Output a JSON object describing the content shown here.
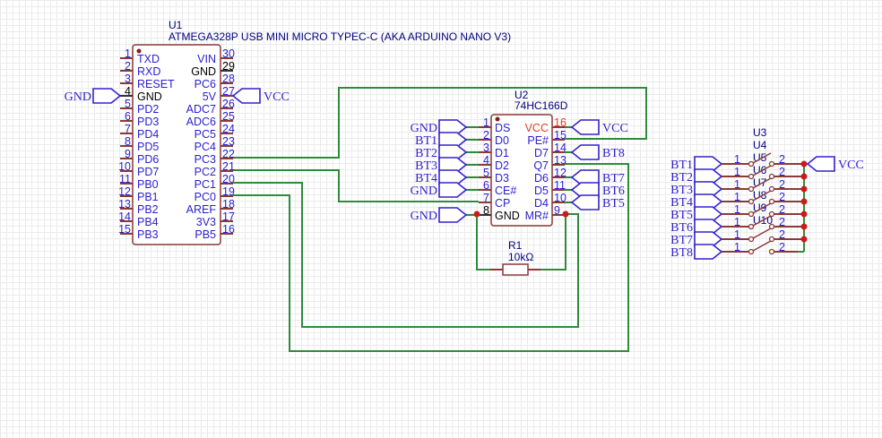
{
  "u1": {
    "ref": "U1",
    "value": "ATMEGA328P USB MINI MICRO TYPEC-C (AKA ARDUINO NANO V3)",
    "left_pins": [
      {
        "num": "1",
        "name": "TXD"
      },
      {
        "num": "2",
        "name": "RXD"
      },
      {
        "num": "3",
        "name": "RESET"
      },
      {
        "num": "4",
        "name": "GND"
      },
      {
        "num": "5",
        "name": "PD2"
      },
      {
        "num": "6",
        "name": "PD3"
      },
      {
        "num": "7",
        "name": "PD4"
      },
      {
        "num": "8",
        "name": "PD5"
      },
      {
        "num": "9",
        "name": "PD6"
      },
      {
        "num": "10",
        "name": "PD7"
      },
      {
        "num": "11",
        "name": "PB0"
      },
      {
        "num": "12",
        "name": "PB1"
      },
      {
        "num": "13",
        "name": "PB2"
      },
      {
        "num": "14",
        "name": "PB4"
      },
      {
        "num": "15",
        "name": "PB3"
      }
    ],
    "right_pins": [
      {
        "num": "30",
        "name": "VIN"
      },
      {
        "num": "29",
        "name": "GND"
      },
      {
        "num": "28",
        "name": "PC6"
      },
      {
        "num": "27",
        "name": "5V"
      },
      {
        "num": "26",
        "name": "ADC7"
      },
      {
        "num": "25",
        "name": "ADC6"
      },
      {
        "num": "24",
        "name": "PC5"
      },
      {
        "num": "23",
        "name": "PC4"
      },
      {
        "num": "22",
        "name": "PC3"
      },
      {
        "num": "21",
        "name": "PC2"
      },
      {
        "num": "20",
        "name": "PC1"
      },
      {
        "num": "19",
        "name": "PC0"
      },
      {
        "num": "18",
        "name": "AREF"
      },
      {
        "num": "17",
        "name": "3V3"
      },
      {
        "num": "16",
        "name": "PB5"
      }
    ],
    "gnd_port": "GND",
    "vcc_port": "VCC"
  },
  "u2": {
    "ref": "U2",
    "value": "74HC166D",
    "left_pins": [
      {
        "num": "1",
        "name": "DS",
        "port": "GND"
      },
      {
        "num": "2",
        "name": "D0",
        "port": "BT1"
      },
      {
        "num": "3",
        "name": "D1",
        "port": "BT2"
      },
      {
        "num": "4",
        "name": "D2",
        "port": "BT3"
      },
      {
        "num": "5",
        "name": "D3",
        "port": "BT4"
      },
      {
        "num": "6",
        "name": "CE#",
        "port": "GND"
      },
      {
        "num": "7",
        "name": "CP",
        "port": ""
      },
      {
        "num": "8",
        "name": "GND",
        "port": "GND"
      }
    ],
    "right_pins": [
      {
        "num": "16",
        "name": "VCC",
        "port": "VCC"
      },
      {
        "num": "15",
        "name": "PE#",
        "port": ""
      },
      {
        "num": "14",
        "name": "D7",
        "port": "BT8"
      },
      {
        "num": "13",
        "name": "Q7",
        "port": ""
      },
      {
        "num": "12",
        "name": "D6",
        "port": "BT7"
      },
      {
        "num": "11",
        "name": "D5",
        "port": "BT6"
      },
      {
        "num": "10",
        "name": "D4",
        "port": "BT5"
      },
      {
        "num": "9",
        "name": "MR#",
        "port": ""
      }
    ]
  },
  "r1": {
    "ref": "R1",
    "value": "10kΩ"
  },
  "switches": {
    "refs": [
      "U3",
      "U4",
      "U5",
      "U6",
      "U7",
      "U8",
      "U9",
      "U10"
    ],
    "rows": [
      {
        "port": "BT1",
        "pin1": "1",
        "pin2": "2"
      },
      {
        "port": "BT2",
        "pin1": "1",
        "pin2": "2"
      },
      {
        "port": "BT3",
        "pin1": "1",
        "pin2": "2"
      },
      {
        "port": "BT4",
        "pin1": "1",
        "pin2": "2"
      },
      {
        "port": "BT5",
        "pin1": "1",
        "pin2": "2"
      },
      {
        "port": "BT6",
        "pin1": "1",
        "pin2": "2"
      },
      {
        "port": "BT7",
        "pin1": "1",
        "pin2": "2"
      },
      {
        "port": "BT8",
        "pin1": "1",
        "pin2": "2"
      }
    ],
    "vcc_port": "VCC"
  },
  "colors": {
    "wire": "#2e8b3a",
    "pin": "#8b3a3a",
    "net_label": "#3322cc",
    "junction": "#cc1a1a",
    "vcc_pin_name": "#e83a1e"
  }
}
